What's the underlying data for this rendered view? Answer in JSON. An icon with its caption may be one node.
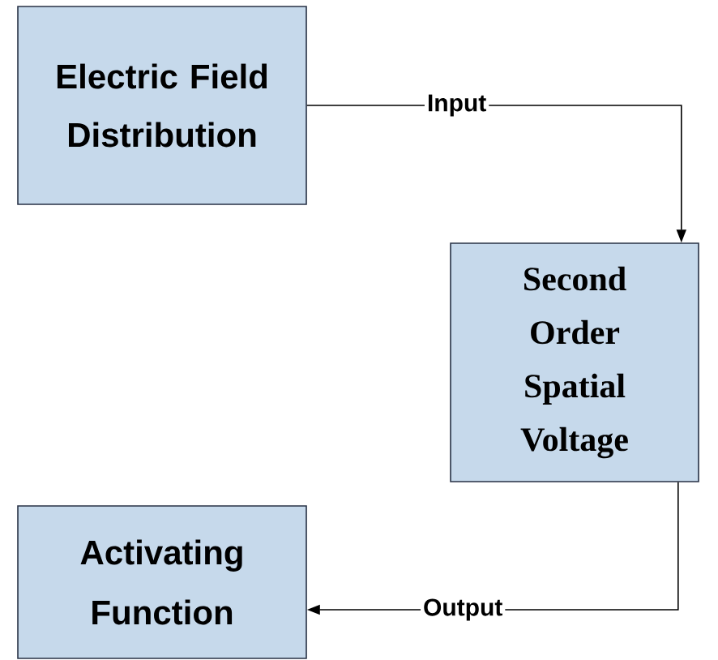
{
  "diagram": {
    "nodes": [
      {
        "text": [
          "Electric Field Distribution"
        ]
      },
      {
        "text": [
          "Second Order Spatial Voltage"
        ]
      },
      {
        "text": [
          "Activating Function"
        ]
      }
    ],
    "edges": [
      {
        "from": 0,
        "to": 1,
        "arrow": "to",
        "label": "Input"
      },
      {
        "from": 1,
        "to": 2,
        "arrow": "to",
        "label": "Output"
      }
    ]
  }
}
